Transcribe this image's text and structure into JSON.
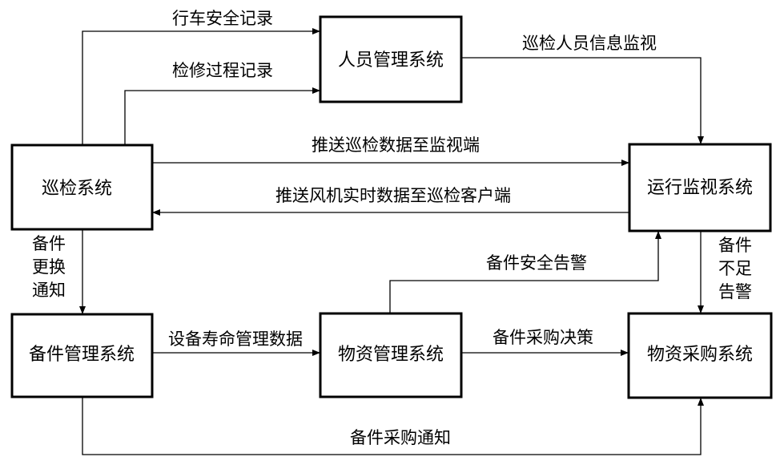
{
  "nodes": {
    "inspection": "巡检系统",
    "personnel": "人员管理系统",
    "monitoring": "运行监视系统",
    "spare_parts": "备件管理系统",
    "materials": "物资管理系统",
    "procurement": "物资采购系统"
  },
  "edges": {
    "driving_safety_record": "行车安全记录",
    "maintenance_process_record": "检修过程记录",
    "inspector_info_monitor": "巡检人员信息监视",
    "push_inspection_data": "推送巡检数据至监视端",
    "push_turbine_realtime": "推送风机实时数据至巡检客户端",
    "spare_replacement_notice": [
      "备件",
      "更换",
      "通知"
    ],
    "spare_shortage_alarm": [
      "备件",
      "不足",
      "告警"
    ],
    "spare_safety_alarm": "备件安全告警",
    "equipment_lifetime_data": "设备寿命管理数据",
    "spare_purchase_decision": "备件采购决策",
    "spare_purchase_notice": "备件采购通知"
  }
}
